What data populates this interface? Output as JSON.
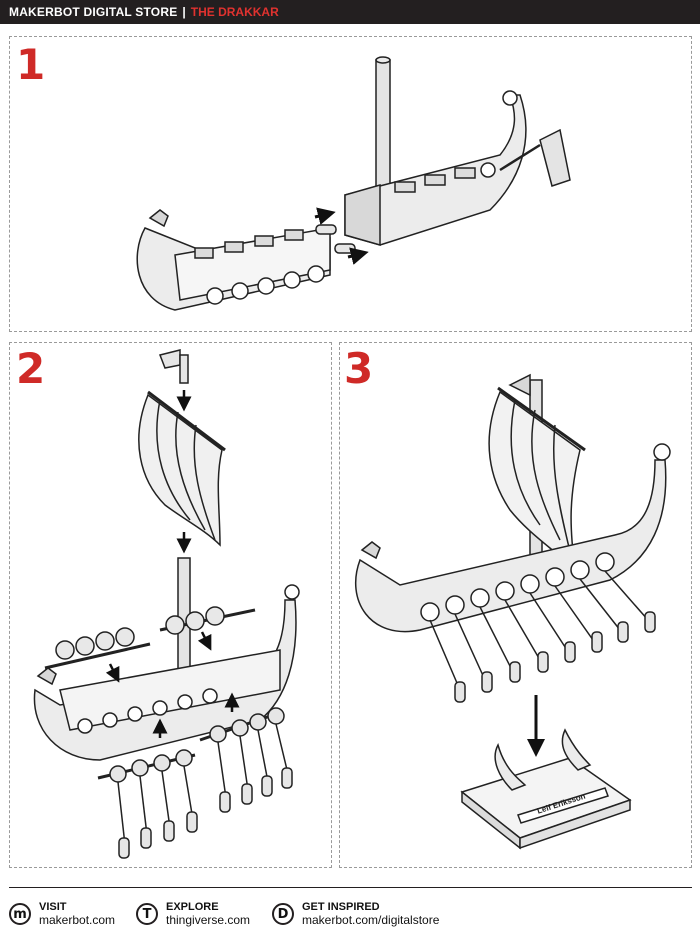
{
  "header": {
    "brand": "MAKERBOT DIGITAL STORE",
    "separator": "|",
    "product": "THE DRAKKAR"
  },
  "steps": {
    "step1": "1",
    "step2": "2",
    "step3": "3"
  },
  "stand_label": "Leif Eriksson",
  "footer": {
    "visit": {
      "icon_letter": "m",
      "title": "VISIT",
      "url": "makerbot.com"
    },
    "explore": {
      "icon_letter": "T",
      "title": "EXPLORE",
      "url": "thingiverse.com"
    },
    "inspire": {
      "icon_letter": "D",
      "title": "GET INSPIRED",
      "url": "makerbot.com/digitalstore"
    }
  },
  "colors": {
    "header_bg": "#231f20",
    "accent": "#cf2a27",
    "line": "#231f20",
    "part_fill": "#e8e8e8"
  }
}
